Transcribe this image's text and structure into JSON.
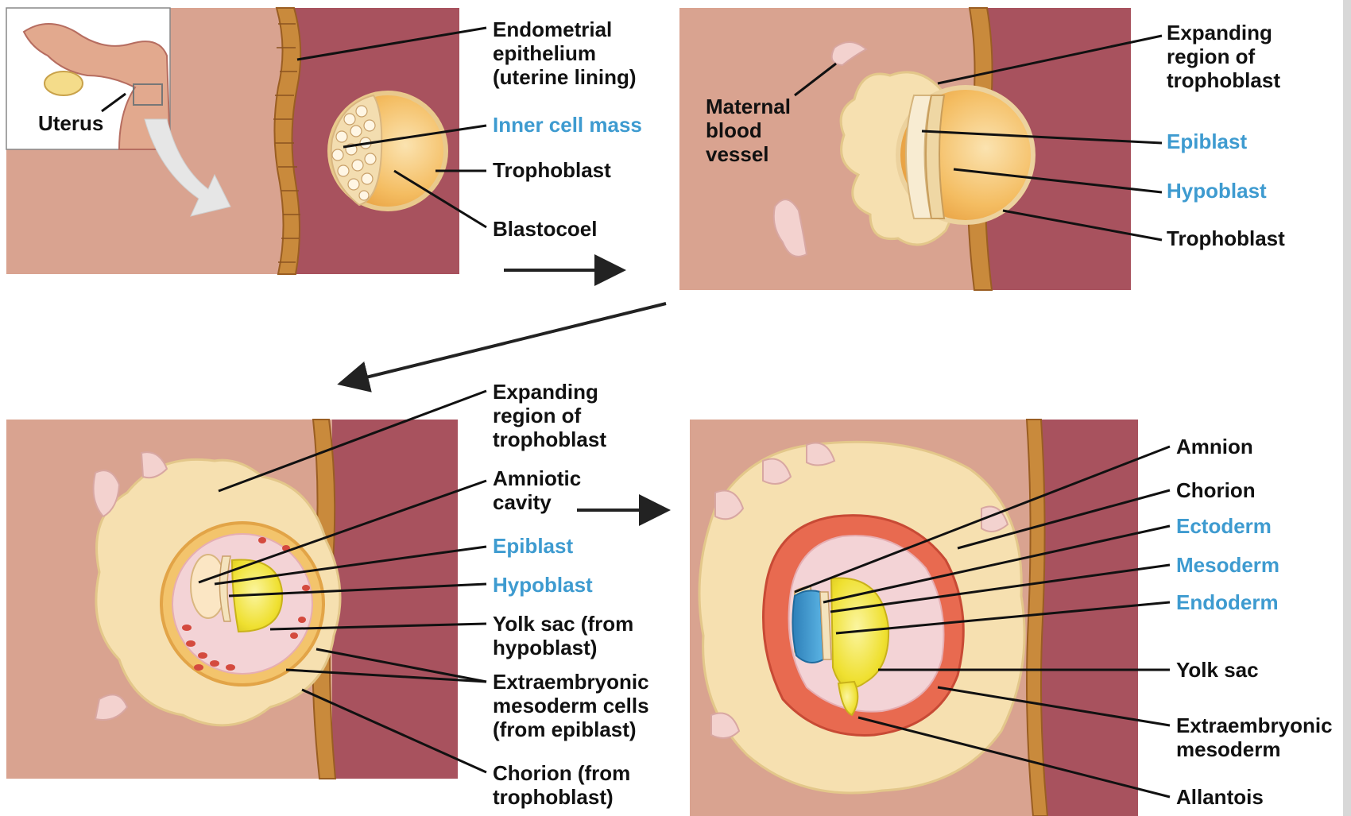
{
  "colors": {
    "tissue_light": "#d9a390",
    "tissue_dark": "#a8525e",
    "epithelium": "#c98a3c",
    "blastocyst": "#f2b75a",
    "cell_cream": "#f6e0b0",
    "epiblast_blue": "#3e9bd0",
    "yolk_yellow": "#f1e23a",
    "mesoderm_red": "#e0614a",
    "label_blue": "#3e9bd0",
    "label_black": "#111111"
  },
  "panels": {
    "p1": {
      "inset_label": "Uterus",
      "labels": [
        {
          "lines": [
            "Endometrial",
            "epithelium",
            "(uterine lining)"
          ],
          "blue": false
        },
        {
          "lines": [
            "Inner cell mass"
          ],
          "blue": true
        },
        {
          "lines": [
            "Trophoblast"
          ],
          "blue": false
        },
        {
          "lines": [
            "Blastocoel"
          ],
          "blue": false
        }
      ]
    },
    "p2": {
      "labels": [
        {
          "lines": [
            "Maternal",
            "blood",
            "vessel"
          ],
          "blue": false
        },
        {
          "lines": [
            "Expanding",
            "region of",
            "trophoblast"
          ],
          "blue": false
        },
        {
          "lines": [
            "Epiblast"
          ],
          "blue": true
        },
        {
          "lines": [
            "Hypoblast"
          ],
          "blue": true
        },
        {
          "lines": [
            "Trophoblast"
          ],
          "blue": false
        }
      ]
    },
    "p3": {
      "labels": [
        {
          "lines": [
            "Expanding",
            "region of",
            "trophoblast"
          ],
          "blue": false
        },
        {
          "lines": [
            "Amniotic",
            "cavity"
          ],
          "blue": false
        },
        {
          "lines": [
            "Epiblast"
          ],
          "blue": true
        },
        {
          "lines": [
            "Hypoblast"
          ],
          "blue": true
        },
        {
          "lines": [
            "Yolk sac (from",
            "hypoblast)"
          ],
          "blue": false
        },
        {
          "lines": [
            "Extraembryonic",
            "mesoderm cells",
            "(from epiblast)"
          ],
          "blue": false
        },
        {
          "lines": [
            "Chorion (from",
            "trophoblast)"
          ],
          "blue": false
        }
      ]
    },
    "p4": {
      "labels": [
        {
          "lines": [
            "Amnion"
          ],
          "blue": false
        },
        {
          "lines": [
            "Chorion"
          ],
          "blue": false
        },
        {
          "lines": [
            "Ectoderm"
          ],
          "blue": true
        },
        {
          "lines": [
            "Mesoderm"
          ],
          "blue": true
        },
        {
          "lines": [
            "Endoderm"
          ],
          "blue": true
        },
        {
          "lines": [
            "Yolk sac"
          ],
          "blue": false
        },
        {
          "lines": [
            "Extraembryonic",
            "mesoderm"
          ],
          "blue": false
        },
        {
          "lines": [
            "Allantois"
          ],
          "blue": false
        }
      ]
    }
  }
}
